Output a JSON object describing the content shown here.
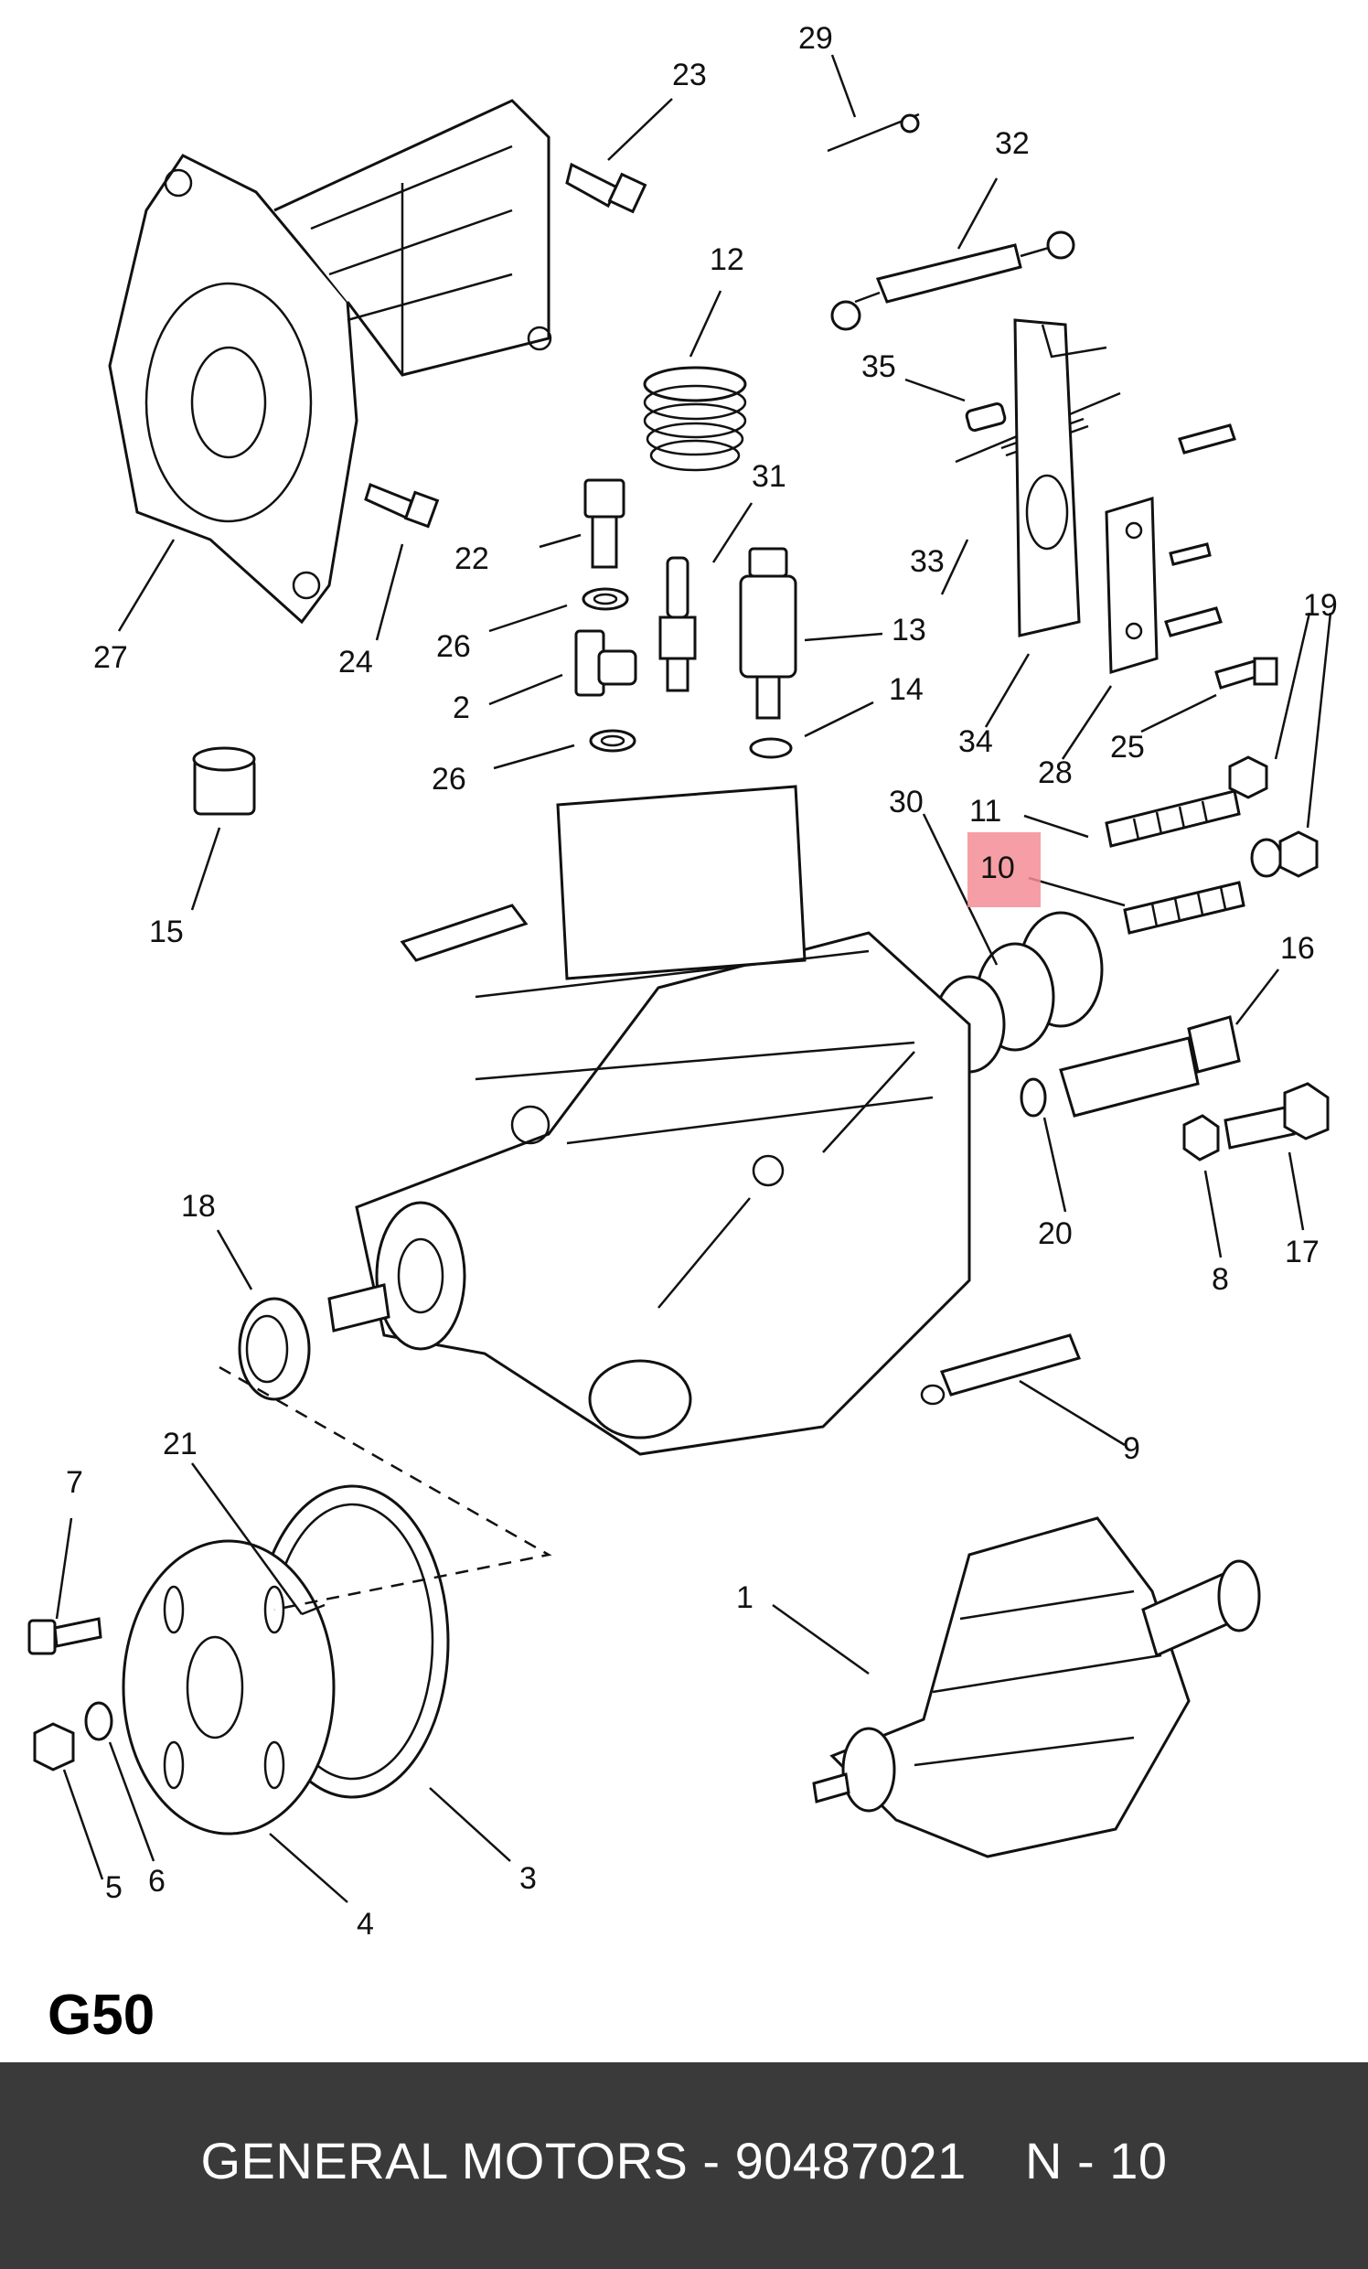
{
  "diagram": {
    "callouts": [
      "29",
      "23",
      "32",
      "12",
      "35",
      "31",
      "22",
      "33",
      "13",
      "26",
      "2",
      "14",
      "27",
      "24",
      "34",
      "28",
      "25",
      "19",
      "26",
      "30",
      "11",
      "10",
      "15",
      "16",
      "20",
      "8",
      "17",
      "18",
      "9",
      "21",
      "7",
      "1",
      "6",
      "5",
      "4",
      "3"
    ],
    "highlighted_callout": "10",
    "highlight_color": "#f48d95",
    "line_color": "#111111"
  },
  "diagram_code": "G50",
  "footer": {
    "text": "GENERAL MOTORS - 90487021    N - 10",
    "background": "#3a3a3a",
    "text_color": "#ffffff"
  }
}
